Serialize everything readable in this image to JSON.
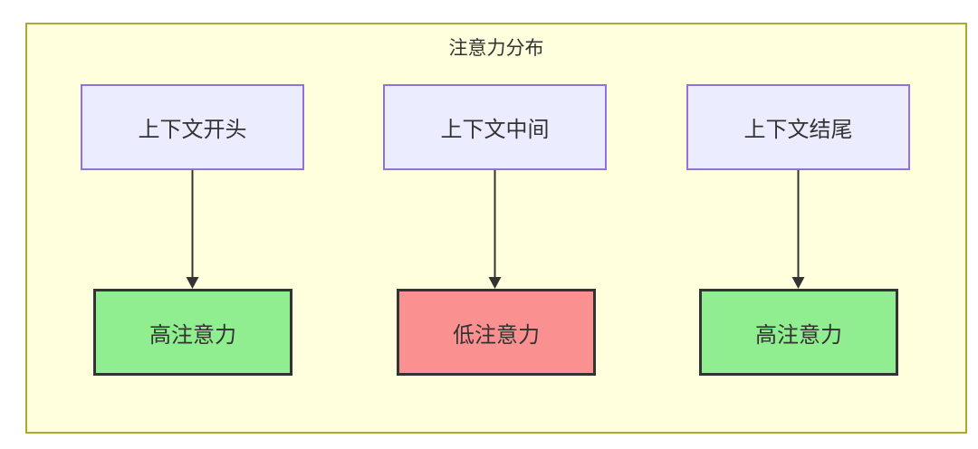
{
  "diagram": {
    "title": "注意力分布",
    "columns": [
      {
        "source": "上下文开头",
        "target": "高注意力",
        "type": "high"
      },
      {
        "source": "上下文中间",
        "target": "低注意力",
        "type": "low"
      },
      {
        "source": "上下文结尾",
        "target": "高注意力",
        "type": "high"
      }
    ],
    "colors": {
      "container_fill": "#FFFFDE",
      "container_border": "#AAAA33",
      "source_fill": "#ECECFF",
      "source_border": "#9370DB",
      "high_fill": "#90EE90",
      "low_fill": "#FA9090",
      "target_border": "#333333",
      "arrow": "#333333",
      "text": "#333333"
    }
  }
}
